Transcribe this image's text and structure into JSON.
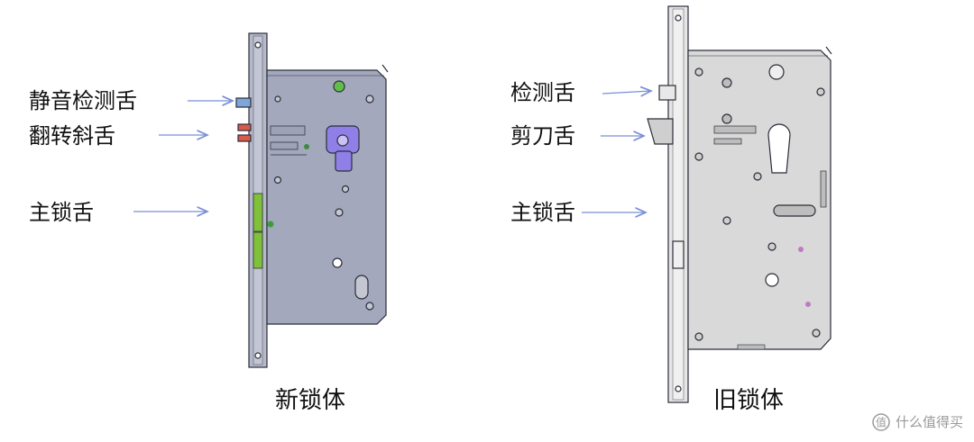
{
  "new_lock": {
    "caption": "新锁体",
    "labels": {
      "silent_detect": "静音检测舌",
      "flip_bevel": "翻转斜舌",
      "main_bolt": "主锁舌"
    }
  },
  "old_lock": {
    "caption": "旧锁体",
    "labels": {
      "detect": "检测舌",
      "scissor": "剪刀舌",
      "main_bolt": "主锁舌"
    }
  },
  "watermark": {
    "text": "什么值得买",
    "icon": "zhi-logo-icon"
  },
  "colors": {
    "arrow": "#7a8fd6",
    "new_body": "#a4a8bd",
    "old_body": "#d9d9d9",
    "cylinder": "#8f7fe6"
  }
}
